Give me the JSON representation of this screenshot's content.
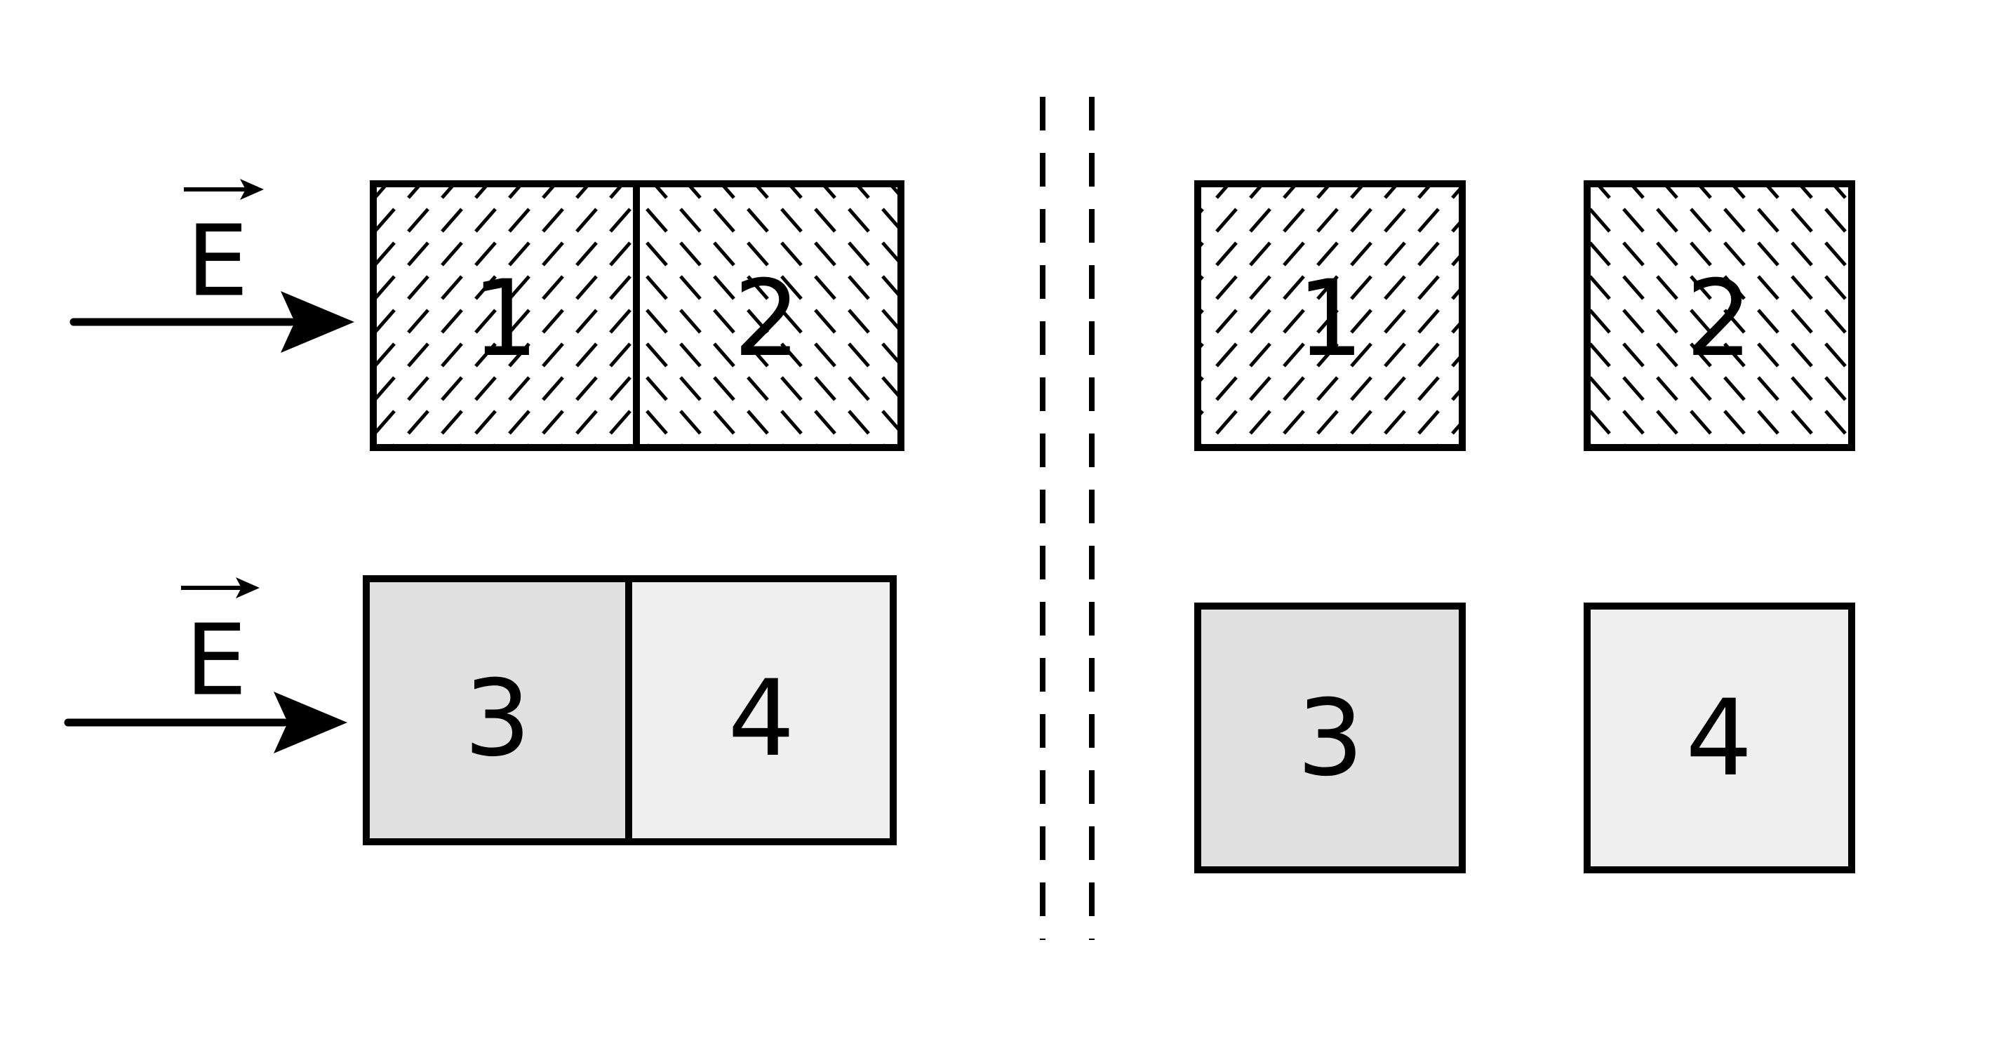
{
  "field": {
    "symbol": "E",
    "arrow_glyph": "→"
  },
  "blocks": {
    "b1": "1",
    "b2": "2",
    "b3": "3",
    "b4": "4"
  },
  "colors": {
    "stroke": "#000000",
    "block3_fill": "#e1e1e1",
    "block4_fill": "#efefef",
    "hatched_fill": "#ffffff"
  }
}
